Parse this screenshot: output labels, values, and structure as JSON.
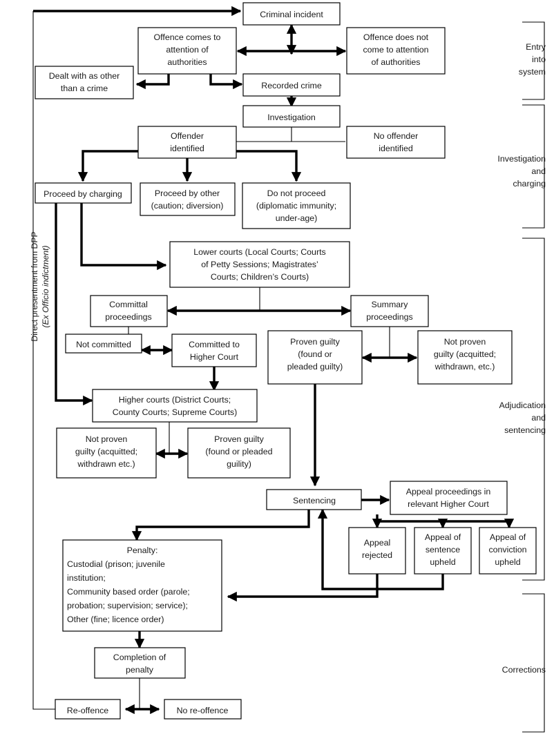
{
  "diagram": {
    "title": "Criminal justice system flowchart",
    "stage_labels": [
      {
        "id": "entry",
        "lines": [
          "Entry",
          "into",
          "system"
        ]
      },
      {
        "id": "investigation",
        "lines": [
          "Investigation",
          "and",
          "charging"
        ]
      },
      {
        "id": "adjudication",
        "lines": [
          "Adjudication",
          "and",
          "sentencing"
        ]
      },
      {
        "id": "corrections",
        "lines": [
          "Corrections"
        ]
      }
    ],
    "side_label": {
      "line1": "Direct presentment from DPP",
      "line2": "(Ex Officio indictment)",
      "italic_part": "Ex Officio"
    },
    "nodes": [
      {
        "id": "criminal-incident",
        "lines": [
          "Criminal incident"
        ],
        "align": "mid"
      },
      {
        "id": "offence-comes-to-attention",
        "lines": [
          "Offence comes to",
          "attention of",
          "authorities"
        ],
        "align": "mid"
      },
      {
        "id": "offence-does-not-come",
        "lines": [
          "Offence does not",
          "come to attention",
          "of authorities"
        ],
        "align": "mid"
      },
      {
        "id": "dealt-with-as-other",
        "lines": [
          "Dealt with as other",
          "than a crime"
        ],
        "align": "mid"
      },
      {
        "id": "recorded-crime",
        "lines": [
          "Recorded crime"
        ],
        "align": "mid"
      },
      {
        "id": "investigation",
        "lines": [
          "Investigation"
        ],
        "align": "mid"
      },
      {
        "id": "offender-identified",
        "lines": [
          "Offender",
          "identified"
        ],
        "align": "mid"
      },
      {
        "id": "no-offender-identified",
        "lines": [
          "No offender",
          "identified"
        ],
        "align": "mid"
      },
      {
        "id": "proceed-by-charging",
        "lines": [
          "Proceed by charging"
        ],
        "align": "mid"
      },
      {
        "id": "proceed-by-other",
        "lines": [
          "Proceed by other",
          "(caution; diversion)"
        ],
        "align": "mid"
      },
      {
        "id": "do-not-proceed",
        "lines": [
          "Do not proceed",
          "(diplomatic immunity;",
          "under-age)"
        ],
        "align": "mid"
      },
      {
        "id": "lower-courts",
        "lines": [
          "Lower courts (Local Courts; Courts",
          "of Petty Sessions; Magistrates’",
          "Courts; Children’s Courts)"
        ],
        "align": "mid"
      },
      {
        "id": "committal-proceedings",
        "lines": [
          "Committal",
          "proceedings"
        ],
        "align": "mid"
      },
      {
        "id": "summary-proceedings",
        "lines": [
          "Summary",
          "proceedings"
        ],
        "align": "mid"
      },
      {
        "id": "not-committed",
        "lines": [
          "Not committed"
        ],
        "align": "mid"
      },
      {
        "id": "committed-to-higher-court",
        "lines": [
          "Committed to",
          "Higher Court"
        ],
        "align": "mid"
      },
      {
        "id": "proven-guilty-summary",
        "lines": [
          "Proven guilty",
          "(found or",
          "pleaded guilty)"
        ],
        "align": "mid"
      },
      {
        "id": "not-proven-guilty-summary",
        "lines": [
          "Not proven",
          "guilty (acquitted;",
          "withdrawn, etc.)"
        ],
        "align": "mid"
      },
      {
        "id": "higher-courts",
        "lines": [
          "Higher courts (District Courts;",
          "County Courts; Supreme Courts)"
        ],
        "align": "mid"
      },
      {
        "id": "not-proven-guilty-higher",
        "lines": [
          "Not proven",
          "guilty (acquitted;",
          "withdrawn etc.)"
        ],
        "align": "mid"
      },
      {
        "id": "proven-guilty-higher",
        "lines": [
          "Proven guilty",
          "(found or pleaded",
          "guility)"
        ],
        "align": "mid"
      },
      {
        "id": "sentencing",
        "lines": [
          "Sentencing"
        ],
        "align": "mid"
      },
      {
        "id": "appeal-proceedings",
        "lines": [
          "Appeal proceedings in",
          "relevant Higher Court"
        ],
        "align": "mid"
      },
      {
        "id": "appeal-rejected",
        "lines": [
          "Appeal",
          "rejected"
        ],
        "align": "mid"
      },
      {
        "id": "appeal-of-sentence-upheld",
        "lines": [
          "Appeal of",
          "sentence",
          "upheld"
        ],
        "align": "mid"
      },
      {
        "id": "appeal-of-conviction-upheld",
        "lines": [
          "Appeal of",
          "conviction",
          "upheld"
        ],
        "align": "mid"
      },
      {
        "id": "penalty",
        "lines": [
          "Penalty:",
          "Custodial (prison; juvenile",
          "institution;",
          "Community based order (parole;",
          "probation; supervision; service);",
          "Other (fine; licence order)"
        ],
        "align": "left",
        "first_line_align": "mid"
      },
      {
        "id": "completion-of-penalty",
        "lines": [
          "Completion of",
          "penalty"
        ],
        "align": "mid"
      },
      {
        "id": "re-offence",
        "lines": [
          "Re-offence"
        ],
        "align": "mid"
      },
      {
        "id": "no-re-offence",
        "lines": [
          "No re-offence"
        ],
        "align": "mid"
      }
    ],
    "colors": {
      "box_fill": "#ffffff",
      "stroke": "#000000",
      "text": "#1a1a1a",
      "background": "#ffffff"
    }
  }
}
